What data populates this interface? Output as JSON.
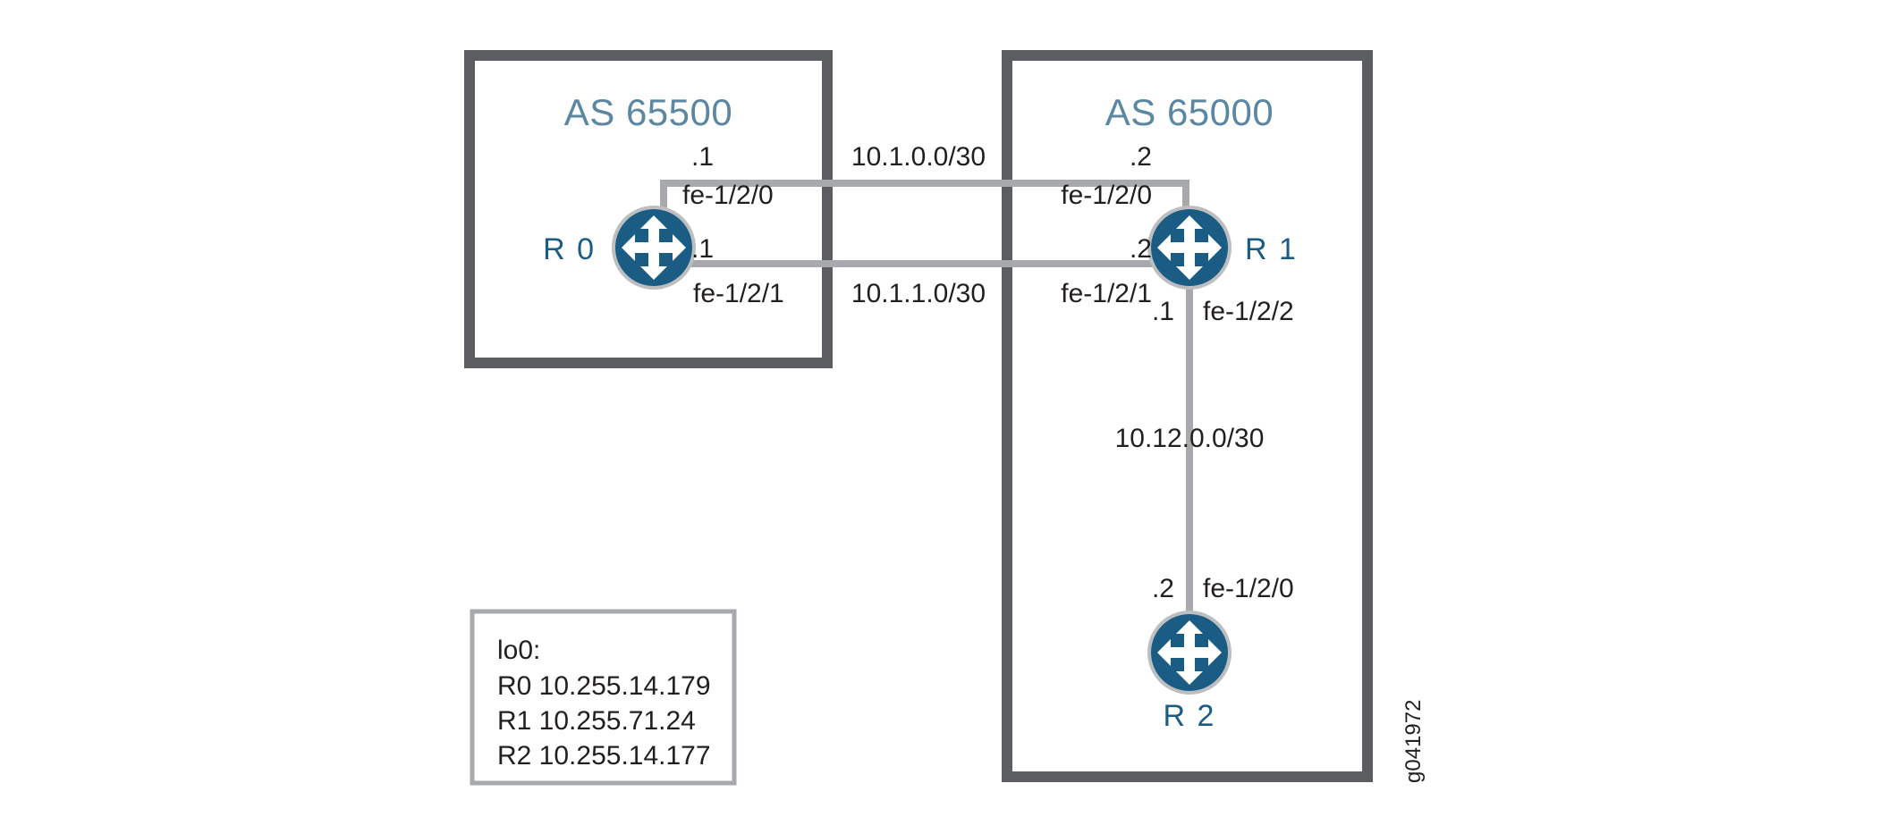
{
  "diagram": {
    "type": "network-topology",
    "title": "BGP autonomous system topology",
    "colors": {
      "as_box_border": "#5b5d60",
      "as_title": "#5b87a3",
      "router_fill": "#1b5c85",
      "router_ring": "#bcbec0",
      "link_line": "#a7a9ac",
      "text": "#231f20",
      "legend_border": "#a7a9ac",
      "background": "#ffffff"
    },
    "autonomous_systems": [
      {
        "id": "as-65500",
        "label": "AS 65500"
      },
      {
        "id": "as-65000",
        "label": "AS 65000"
      }
    ],
    "routers": [
      {
        "id": "r0",
        "label": "R 0"
      },
      {
        "id": "r1",
        "label": "R 1"
      },
      {
        "id": "r2",
        "label": "R 2"
      }
    ],
    "links": [
      {
        "id": "link-r0-r1-top",
        "network": "10.1.0.0/30",
        "left_host": ".1",
        "left_interface": "fe-1/2/0",
        "right_host": ".2",
        "right_interface": "fe-1/2/0"
      },
      {
        "id": "link-r0-r1-bottom",
        "network": "10.1.1.0/30",
        "left_host": ".1",
        "left_interface": "fe-1/2/1",
        "right_host": ".2",
        "right_interface": "fe-1/2/1"
      },
      {
        "id": "link-r1-r2",
        "network": "10.12.0.0/30",
        "top_host": ".1",
        "top_interface": "fe-1/2/2",
        "bottom_host": ".2",
        "bottom_interface": "fe-1/2/0"
      }
    ],
    "legend": {
      "heading": "lo0:",
      "entries": [
        "R0 10.255.14.179",
        "R1 10.255.71.24",
        "R2 10.255.14.177"
      ]
    },
    "watermark": "g041972"
  }
}
